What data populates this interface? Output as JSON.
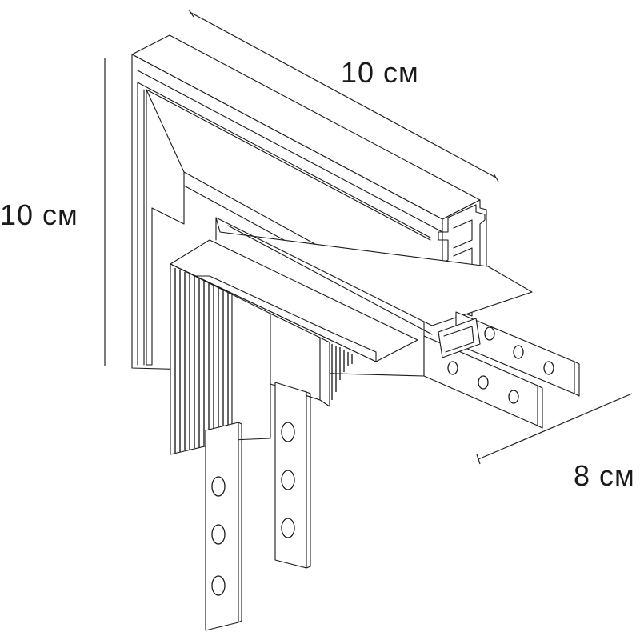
{
  "dimensions": {
    "width_label": "10 см",
    "height_label": "10 см",
    "depth_label": "8 см"
  },
  "colors": {
    "line": "#1a1a1a",
    "background": "#ffffff"
  }
}
